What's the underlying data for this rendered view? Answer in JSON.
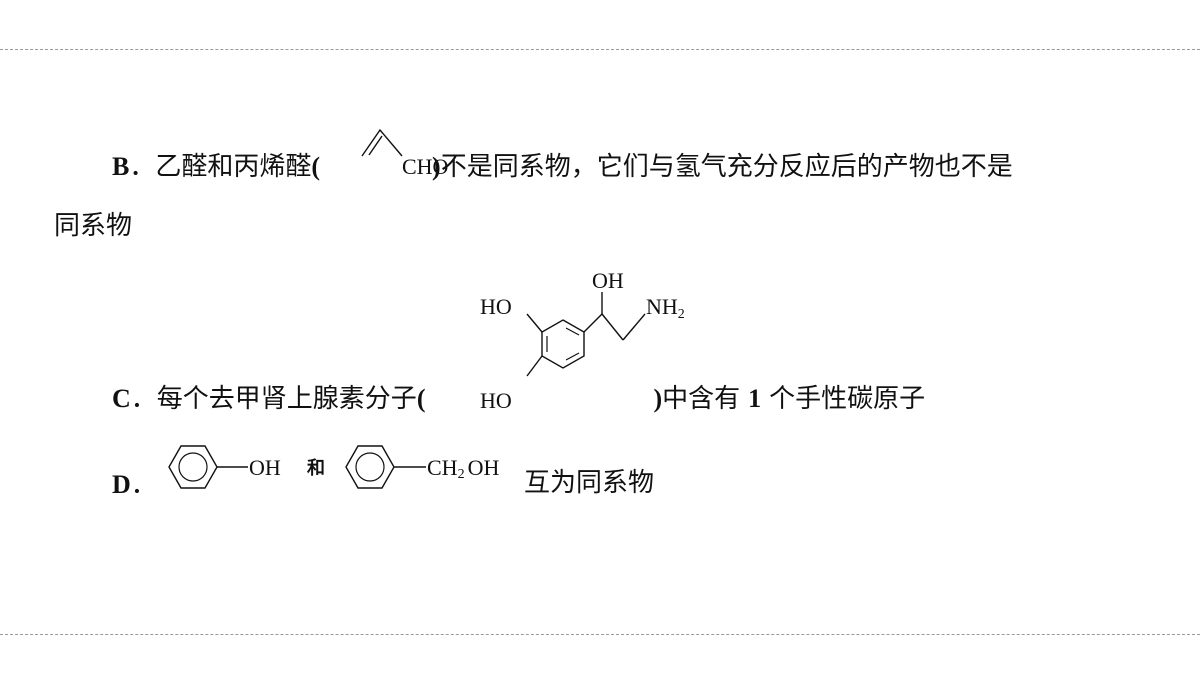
{
  "option_b": {
    "label": "B",
    "sep": "．",
    "text_1": "乙醛和丙烯醛",
    "paren_open": "(",
    "cho_group": "CHO",
    "paren_close": ")",
    "text_2": "不是同系物，它们与氢气充分反应后的产物也不是",
    "text_3": "同系物"
  },
  "option_c": {
    "label": "C",
    "sep": "．",
    "text_1": "每个去甲肾上腺素分子",
    "paren_open": "(",
    "paren_close": ")",
    "text_2": "中含有",
    "number": "1",
    "text_3": "个手性碳原子",
    "structure": {
      "oh_top": "OH",
      "nh2": "NH",
      "nh2_sub": "2",
      "ho_upper": "HO",
      "ho_lower": "HO"
    }
  },
  "option_d": {
    "label": "D",
    "sep": "．",
    "phenol_group": "OH",
    "conj": "和",
    "benzyl_ch2": "CH",
    "benzyl_sub": "2",
    "benzyl_oh": "OH",
    "text": "互为同系物"
  }
}
